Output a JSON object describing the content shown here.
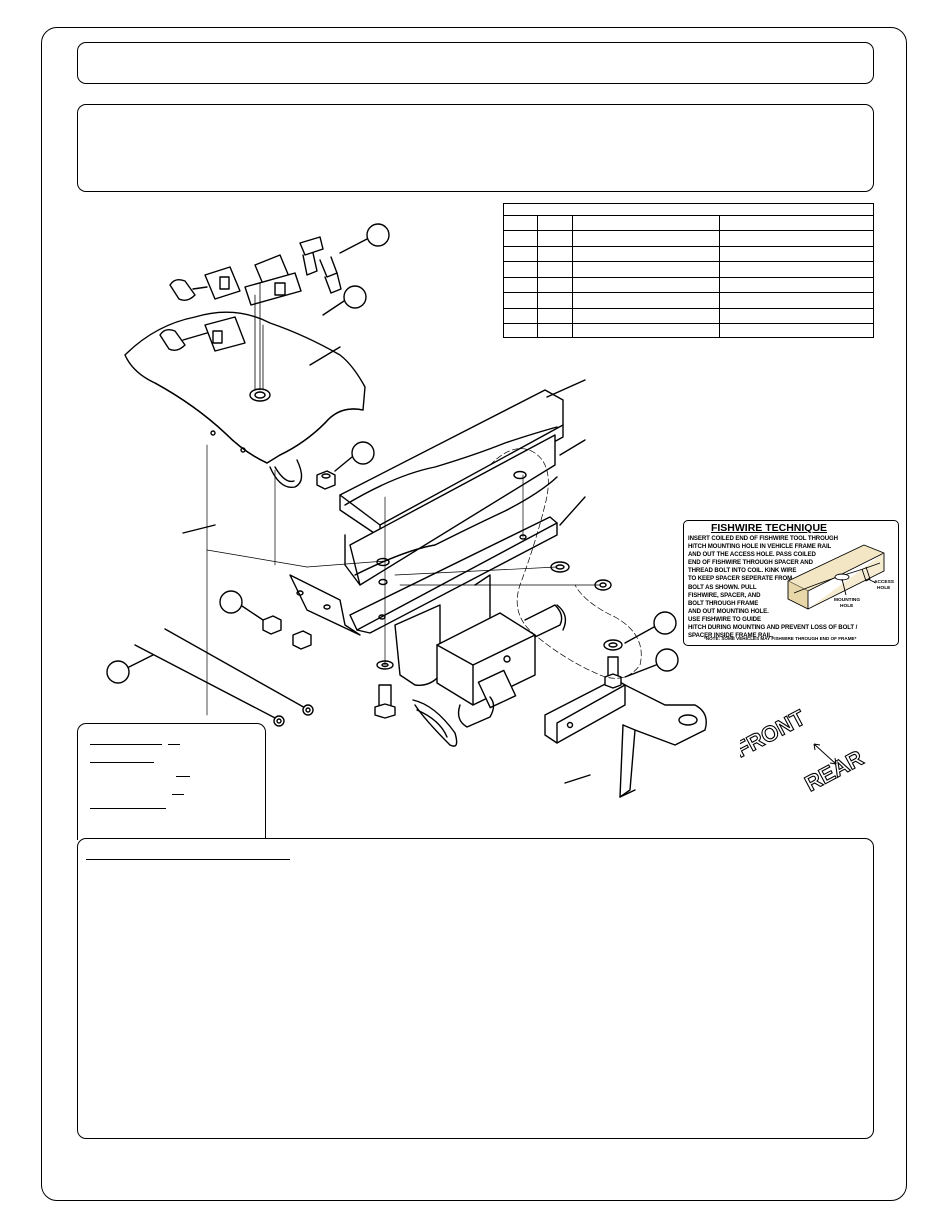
{
  "page": {
    "title": "",
    "notes": "",
    "instructions_heading": ""
  },
  "fishwire": {
    "title": "FISHWIRE TECHNIQUE",
    "lines": [
      "INSERT COILED END OF FISHWIRE TOOL THROUGH",
      "HITCH MOUNTING HOLE IN VEHICLE FRAME RAIL",
      "AND OUT THE ACCESS HOLE. PASS COILED",
      "END OF FISHWIRE THROUGH SPACER AND",
      "THREAD BOLT INTO COIL.  KINK WIRE",
      "TO KEEP SPACER SEPERATE FROM",
      "BOLT AS SHOWN.  PULL",
      "FISHWIRE, SPACER, AND",
      "BOLT THROUGH FRAME",
      "AND OUT MOUNTING HOLE.",
      "USE FISHWIRE TO GUIDE",
      "HITCH DURING MOUNTING AND PREVENT LOSS OF BOLT /",
      "SPACER INSIDE FRAME RAIL."
    ],
    "note": "*NOTE: SOME VEHICLES MAY FISHWIRE THROUGH END OF FRAME*",
    "access_hole_label": [
      "ACCESS",
      "HOLE"
    ],
    "mounting_hole_label": [
      "MOUNTING",
      "HOLE"
    ]
  },
  "direction": {
    "front": "FRONT",
    "rear": "REAR"
  },
  "colors": {
    "line": "#000000",
    "background": "#ffffff",
    "highlight": "#f2e6c4"
  }
}
